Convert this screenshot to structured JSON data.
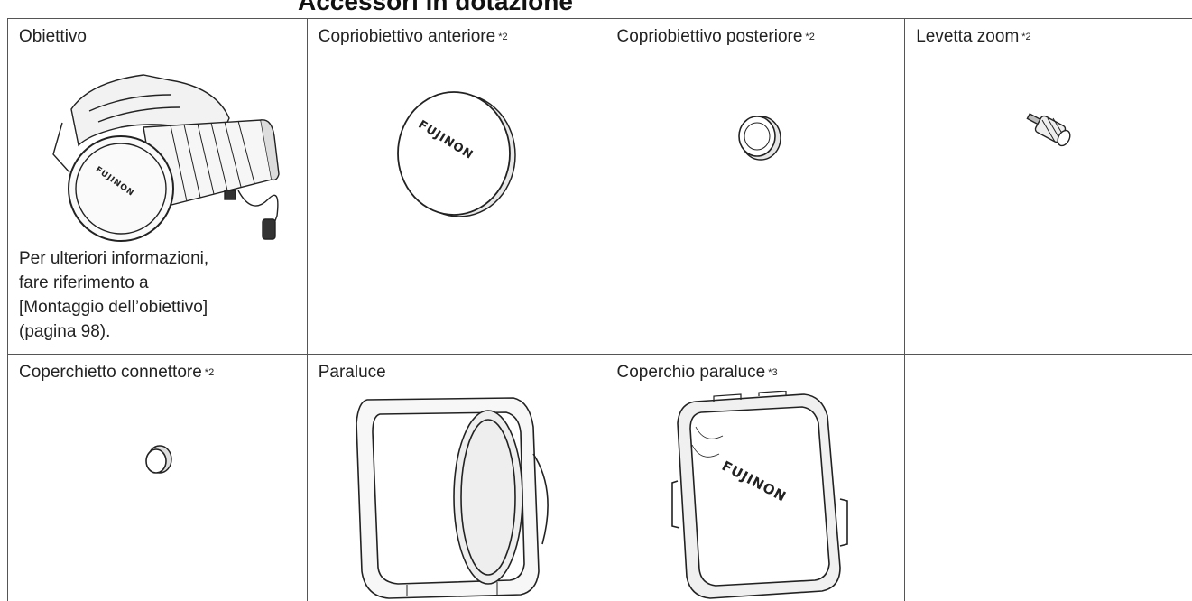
{
  "page_header_text": "Accessori in dotazione",
  "brand_mark": "FUJINON",
  "items": [
    {
      "label": "Obiettivo",
      "sup": "",
      "note": [
        "Per ulteriori informazioni,",
        "fare riferimento a",
        "[Montaggio dell’obiettivo]",
        "(pagina 98)."
      ]
    },
    {
      "label": "Copriobiettivo anteriore",
      "sup": "*2"
    },
    {
      "label": "Copriobiettivo posteriore",
      "sup": "*2"
    },
    {
      "label": "Levetta zoom",
      "sup": "*2"
    },
    {
      "label": "Coperchietto connettore",
      "sup": "*2"
    },
    {
      "label": "Paraluce",
      "sup": ""
    },
    {
      "label": "Coperchio paraluce",
      "sup": "*3"
    },
    {
      "label": "",
      "sup": ""
    }
  ]
}
